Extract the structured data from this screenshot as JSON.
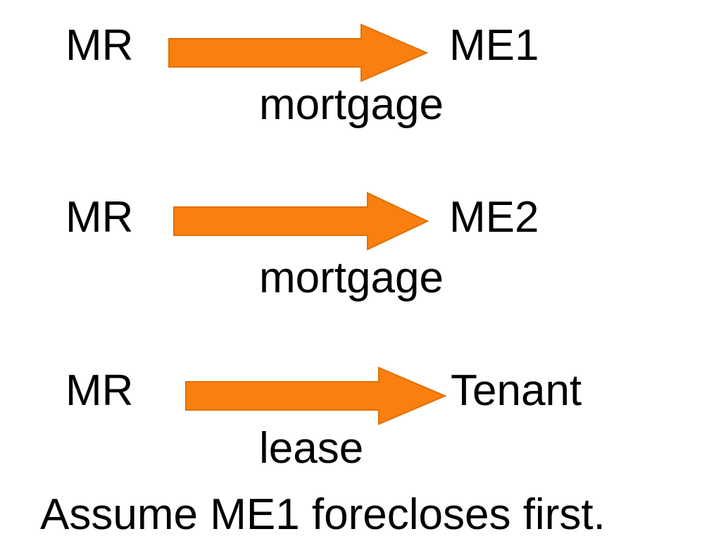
{
  "relations": [
    {
      "from": "MR",
      "to": "ME1",
      "label": "mortgage"
    },
    {
      "from": "MR",
      "to": "ME2",
      "label": "mortgage"
    },
    {
      "from": "MR",
      "to": "Tenant",
      "label": "lease"
    }
  ],
  "footer": "Assume ME1 forecloses first.",
  "colors": {
    "arrow_fill": "#FA7F0F",
    "arrow_stroke": "#E07000",
    "text": "#000000",
    "background": "#FFFFFF"
  }
}
